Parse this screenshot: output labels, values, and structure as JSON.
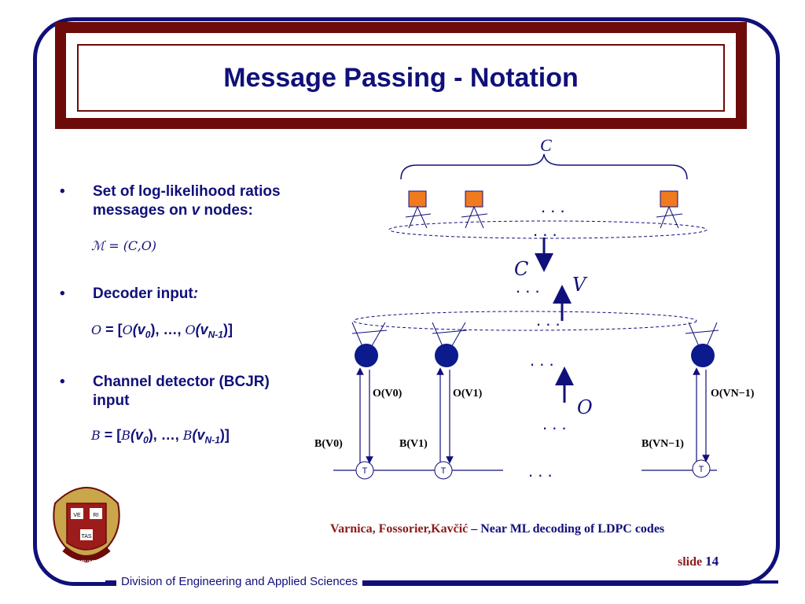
{
  "slide": {
    "title": "Message Passing - Notation",
    "footer": "Division of Engineering and Applied Sciences",
    "citation_authors": "Varnica, Fossorier,Kavčić",
    "citation_dash": " – ",
    "citation_title": "Near ML decoding of LDPC codes",
    "slide_label": "slide ",
    "slide_number": "14"
  },
  "bullets": [
    {
      "line1": "Set of log-likelihood ratios",
      "line2_prefix": "messages on ",
      "line2_var": "v",
      "line2_suffix": " nodes:",
      "formula": "ℳ = (C,O)"
    },
    {
      "line1": "Decoder input",
      "line1_suffix": ":",
      "formula_lhs": "O",
      "formula_eq": " = [",
      "formula_f1": "O",
      "formula_a1": "(v",
      "formula_s1": "0",
      "formula_mid": "),  …,  ",
      "formula_f2": "O",
      "formula_a2": "(v",
      "formula_s2": "N-1",
      "formula_end": ")]"
    },
    {
      "line1": "Channel detector (BCJR)",
      "line2": "input",
      "formula_lhs": "B",
      "formula_eq": " = [",
      "formula_f1": "B",
      "formula_a1": "(v",
      "formula_s1": "0",
      "formula_mid": "),  …,  ",
      "formula_f2": "B",
      "formula_a2": "(v",
      "formula_s2": "N-1",
      "formula_end": ")]"
    }
  ],
  "diagram": {
    "top_label": "C",
    "arrow_down_label": "C",
    "arrow_up_label": "V",
    "arrow_up2_label": "O",
    "dots": ".    .    .",
    "o_labels": [
      "O(V0)",
      "O(V1)",
      "O(VN−1)"
    ],
    "b_labels": [
      "B(V0)",
      "B(V1)",
      "B(VN−1)"
    ],
    "t_label": "T",
    "colors": {
      "check_node": "#f07a1e",
      "var_node": "#0b1a8c",
      "ink": "#10107a"
    }
  },
  "logo": {
    "shield_text_1": "VE",
    "shield_text_2": "RI",
    "shield_text_3": "TAS",
    "ribbon_text": "HARVARD"
  }
}
